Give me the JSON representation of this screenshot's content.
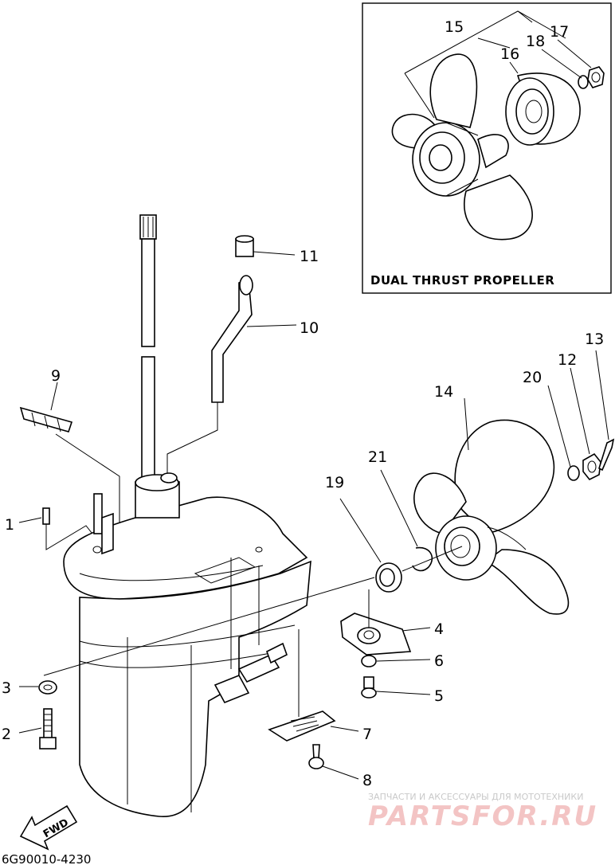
{
  "inset": {
    "title": "DUAL THRUST PROPELLER"
  },
  "callouts": {
    "c1": "1",
    "c2": "2",
    "c3": "3",
    "c4": "4",
    "c5": "5",
    "c6": "6",
    "c7": "7",
    "c8": "8",
    "c9": "9",
    "c10": "10",
    "c11": "11",
    "c12": "12",
    "c13": "13",
    "c14": "14",
    "c15": "15",
    "c16": "16",
    "c17": "17",
    "c18": "18",
    "c19": "19",
    "c20": "20",
    "c21": "21"
  },
  "fwd_label": "FWD",
  "drawing_code": "6G90010-4230",
  "watermark": {
    "line1": "ЗАПЧАСТИ И АКСЕССУАРЫ ДЛЯ МОТОТЕХНИКИ",
    "line2": "PARTSFOR.RU"
  },
  "colors": {
    "ink": "#000000",
    "paper": "#ffffff",
    "watermark_red": "#f3c4c4",
    "watermark_gray": "#c9c9c9"
  }
}
